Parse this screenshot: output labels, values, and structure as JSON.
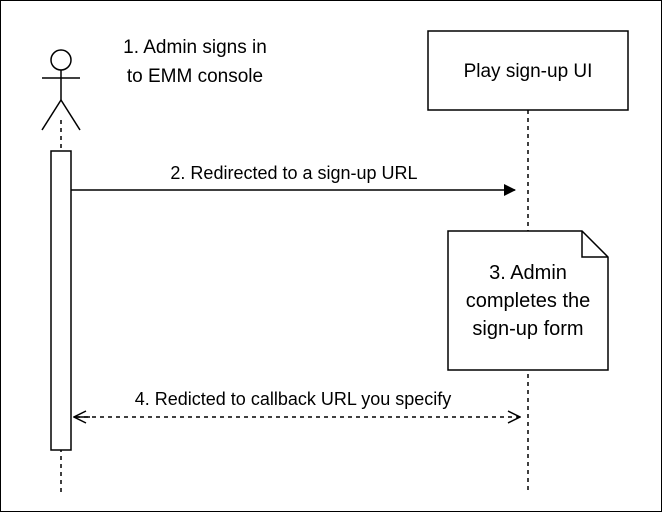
{
  "actor": {
    "caption_lines": [
      "1. Admin signs in",
      "to EMM console"
    ]
  },
  "participant": {
    "label": "Play sign-up UI"
  },
  "messages": [
    {
      "label": "2. Redirected to a sign-up URL"
    },
    {
      "label": "4. Redicted to callback URL you specify"
    }
  ],
  "note": {
    "lines": [
      "3. Admin",
      "completes the",
      "sign-up form"
    ]
  },
  "colors": {
    "stroke": "#000000",
    "background": "#ffffff"
  }
}
